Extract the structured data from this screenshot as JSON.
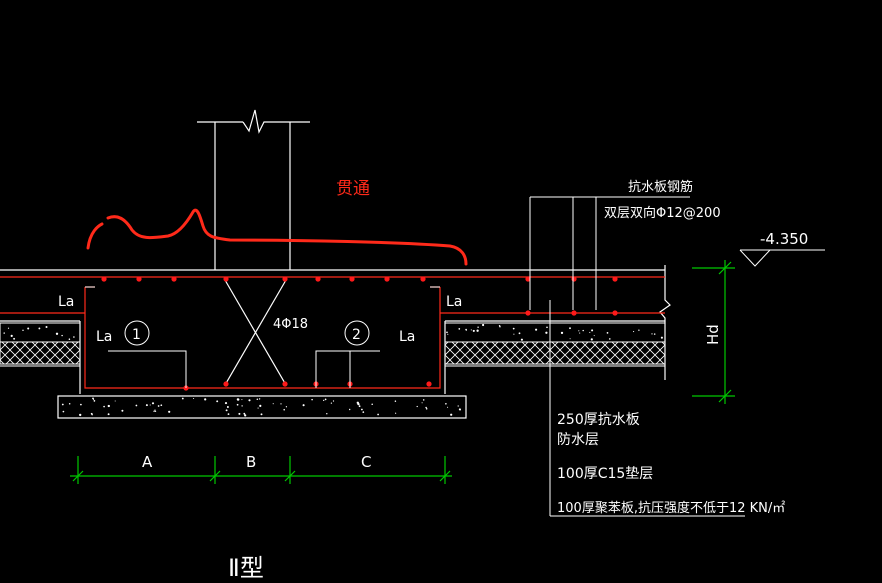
{
  "annotation_handwritten": "贯通",
  "rebar_header": "抗水板钢筋",
  "rebar_spec": "双层双向Φ12@200",
  "elevation": "-4.350",
  "dim_label_vertical": "Hd",
  "cross_bar_label": "4Φ18",
  "anchorage_labels": [
    "La",
    "La",
    "La",
    "La"
  ],
  "detail_markers": [
    "1",
    "2"
  ],
  "layer_notes": [
    "250厚抗水板",
    "防水层",
    "100厚C15垫层",
    "100厚聚苯板,抗压强度不低于12 KN/㎡"
  ],
  "dimensions": [
    "A",
    "B",
    "C"
  ],
  "caption": "Ⅱ型",
  "colors": {
    "background": "#000000",
    "line_white": "#ffffff",
    "line_red": "#ff2a1a",
    "rebar_dot": "#ff1a1a",
    "dim_green": "#00c800"
  }
}
